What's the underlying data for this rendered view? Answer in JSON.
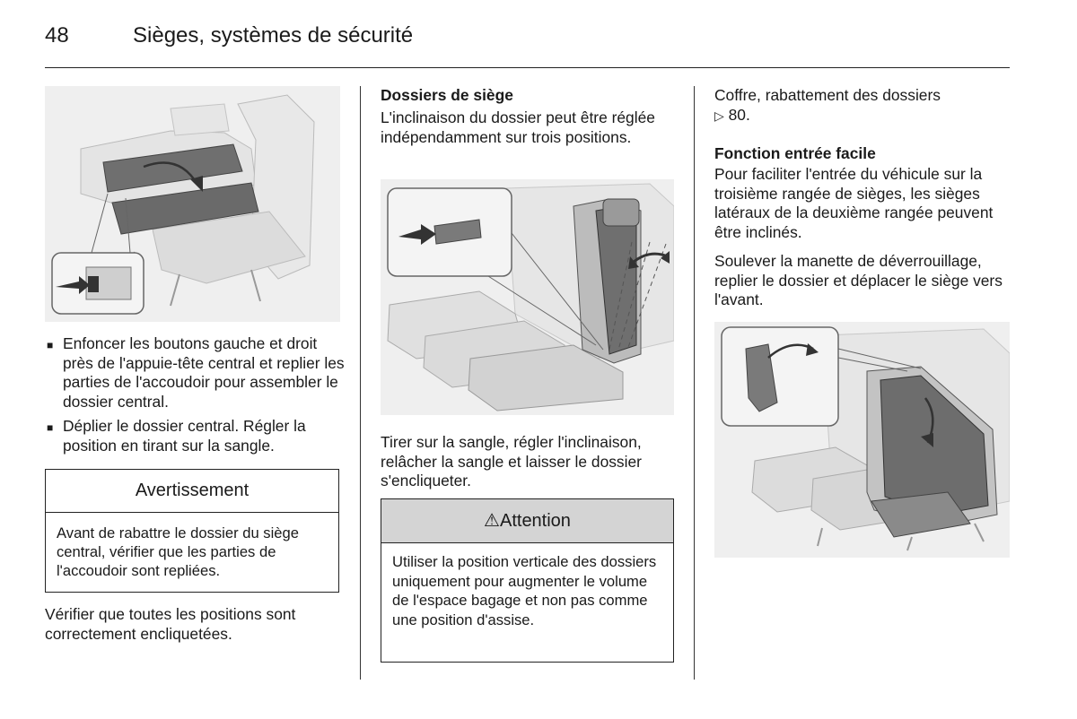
{
  "header": {
    "page_number": "48",
    "title": "Sièges, systèmes de sécurité"
  },
  "col1": {
    "bullets": [
      "Enfoncer les boutons gauche et droit près de l'appuie-tête central et replier les parties de l'accoudoir pour assembler le dossier central.",
      "Déplier le dossier central. Régler la position en tirant sur la sangle."
    ],
    "bullet_glyph": "■",
    "warning": {
      "title": "Avertissement",
      "text": "Avant de rabattre le dossier du siège central, vérifier que les parties de l'accoudoir sont repliées."
    },
    "closing": "Vérifier que toutes les positions sont correctement encliquetées."
  },
  "col2": {
    "heading": "Dossiers de siège",
    "intro": "L'inclinaison du dossier peut être réglée indépendamment sur trois positions.",
    "after_figure": "Tirer sur la sangle, régler l'inclinaison, relâcher la sangle et laisser le dossier s'encliqueter.",
    "attention": {
      "icon": "⚠",
      "title": "Attention",
      "text": "Utiliser la position verticale des dossiers uniquement pour augmenter le volume de l'espace bagage et non pas comme une position d'assise."
    }
  },
  "col3": {
    "intro": "Coffre, rabattement des dossiers",
    "ref_icon": "▷",
    "ref_page": "80.",
    "heading": "Fonction entrée facile",
    "para1": "Pour faciliter l'entrée du véhicule sur la troisième rangée de sièges, les sièges latéraux de la deuxième rangée peuvent être inclinés.",
    "para2": "Soulever la manette de déverrouillage, replier le dossier et déplacer le siège vers l'avant."
  }
}
